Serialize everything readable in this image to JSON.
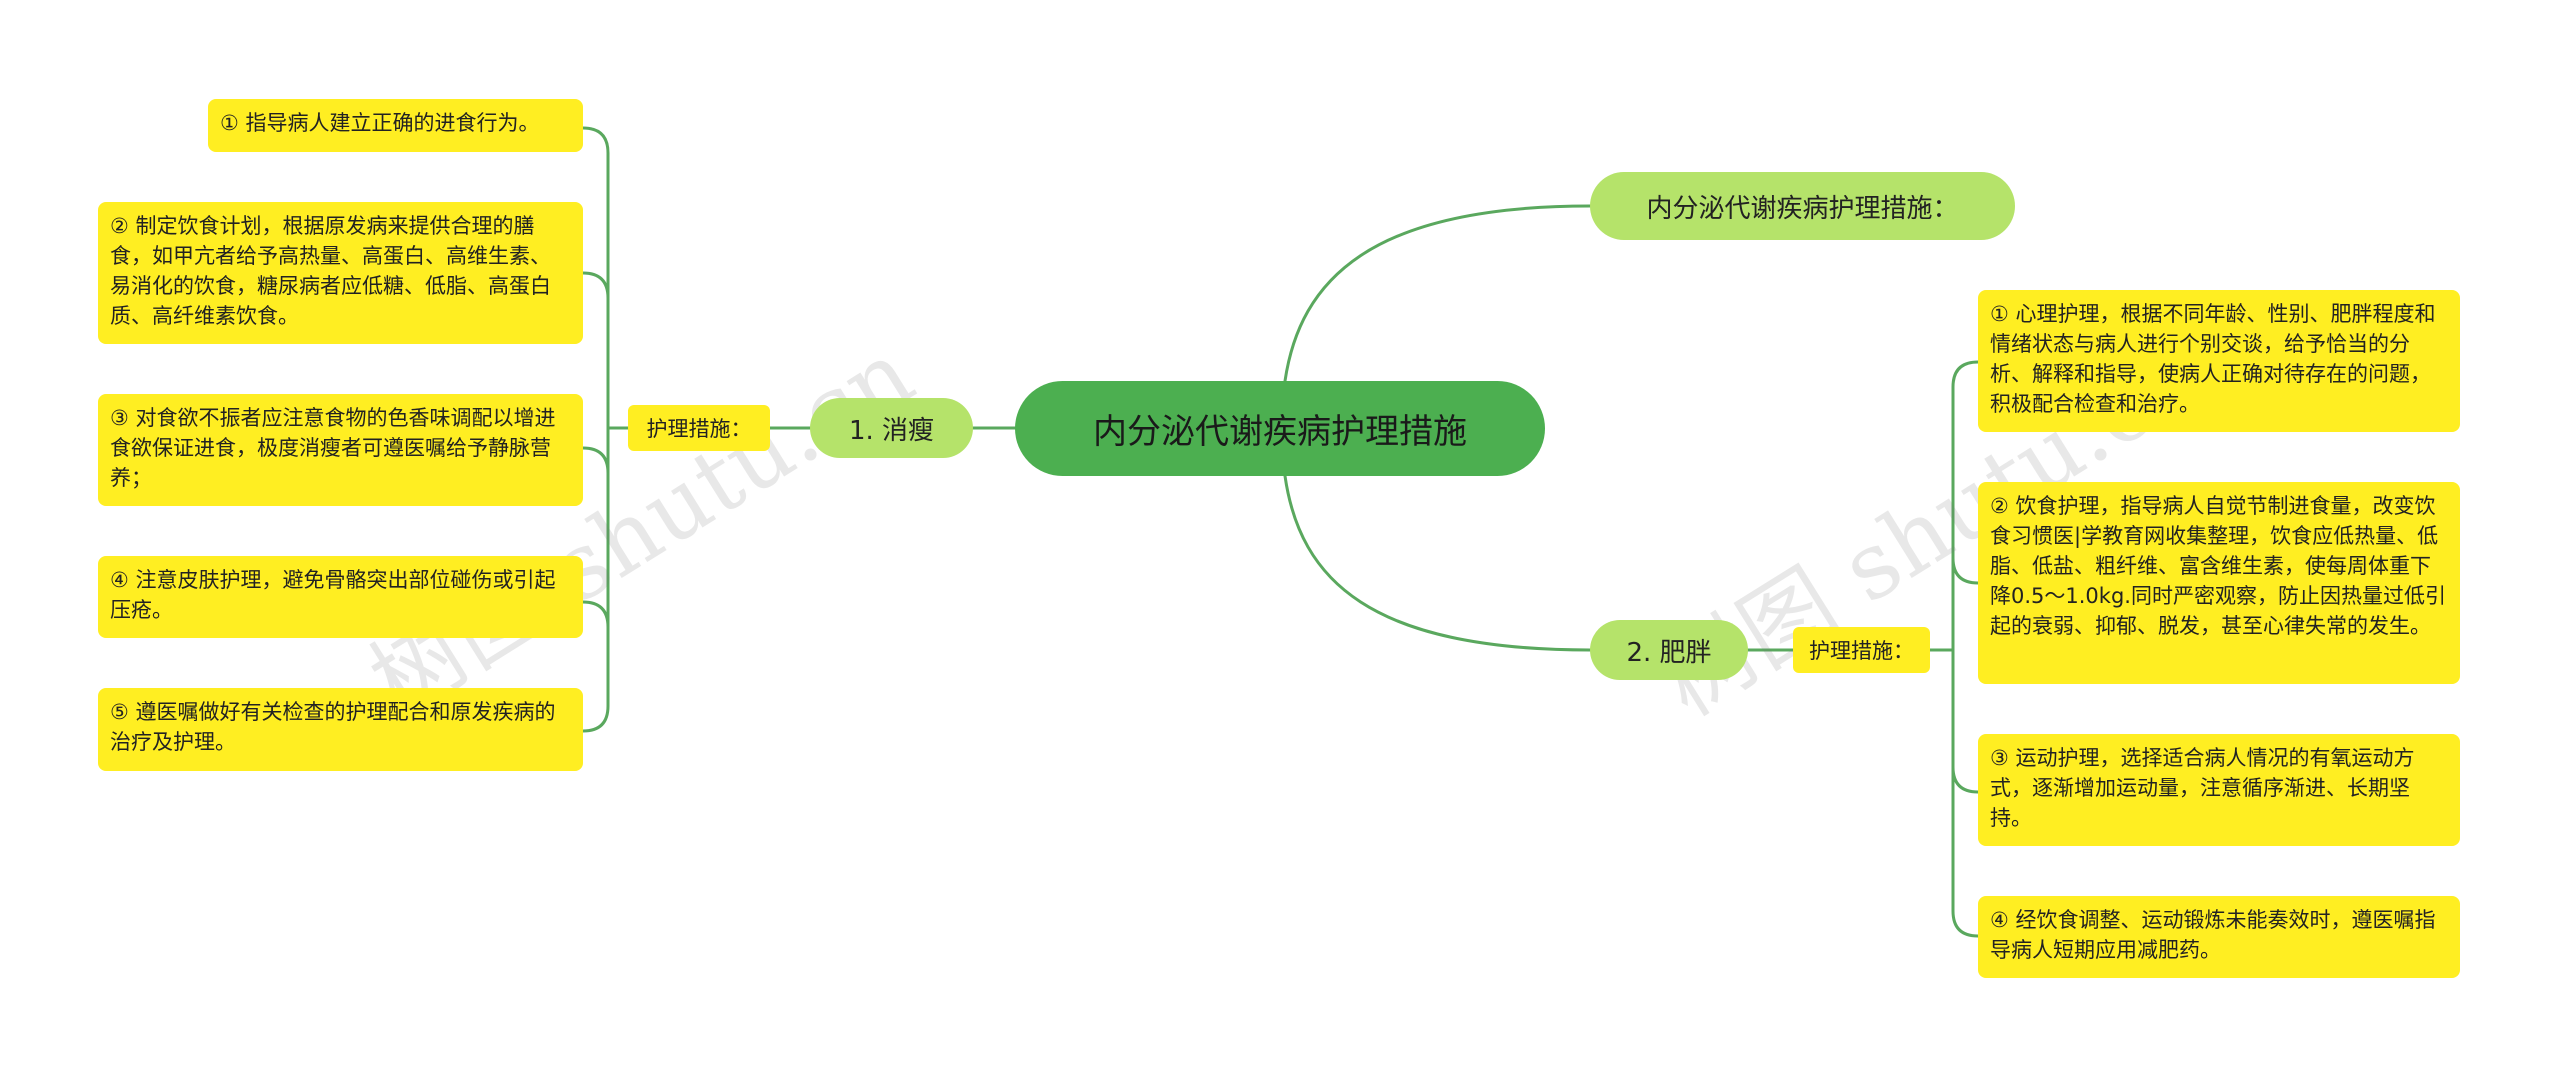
{
  "root": {
    "label": "内分泌代谢疾病护理措施"
  },
  "intro": {
    "label": "内分泌代谢疾病护理措施："
  },
  "branches": [
    {
      "label": "1. 消瘦",
      "tag": "护理措施：",
      "items": [
        "① 指导病人建立正确的进食行为。",
        "② 制定饮食计划，根据原发病来提供合理的膳食，如甲亢者给予高热量、高蛋白、高维生素、易消化的饮食，糖尿病者应低糖、低脂、高蛋白质、高纤维素饮食。",
        "③ 对食欲不振者应注意食物的色香味调配以增进食欲保证进食，极度消瘦者可遵医嘱给予静脉营养；",
        "④ 注意皮肤护理，避免骨骼突出部位碰伤或引起压疮。",
        "⑤ 遵医嘱做好有关检查的护理配合和原发疾病的治疗及护理。"
      ]
    },
    {
      "label": "2. 肥胖",
      "tag": "护理措施：",
      "items": [
        "① 心理护理，根据不同年龄、性别、肥胖程度和情绪状态与病人进行个别交谈，给予恰当的分析、解释和指导，使病人正确对待存在的问题，积极配合检查和治疗。",
        "② 饮食护理，指导病人自觉节制进食量，改变饮食习惯医|学教育网收集整理，饮食应低热量、低脂、低盐、粗纤维、富含维生素，使每周体重下降0.5～1.0kg.同时严密观察，防止因热量过低引起的衰弱、抑郁、脱发，甚至心律失常的发生。",
        "③ 运动护理，选择适合病人情况的有氧运动方式，逐渐增加运动量，注意循序渐进、长期坚持。",
        "④ 经饮食调整、运动锻炼未能奏效时，遵医嘱指导病人短期应用减肥药。"
      ]
    }
  ],
  "watermarks": [
    "树图 shutu.cn",
    "树图 shutu.cn"
  ],
  "colors": {
    "root_fill": "#4caf50",
    "branch_fill": "#b5e36a",
    "leaf_fill": "#ffee22",
    "connector": "#5aa85e"
  }
}
